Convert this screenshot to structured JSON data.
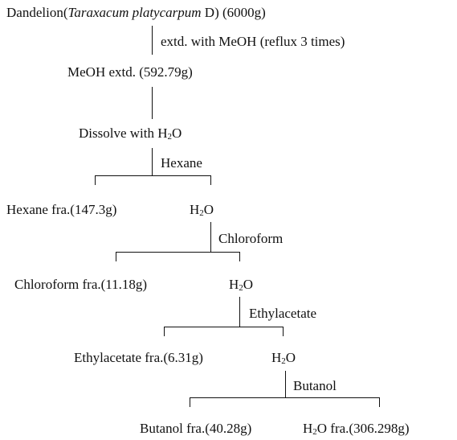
{
  "nodes": {
    "source": {
      "prefix": "Dandelion(",
      "species": "Taraxacum platycarpum",
      "suffix": " D) (6000g)"
    },
    "step1_label": "extd. with MeOH (reflux 3 times)",
    "meoh_extract": "MeOH extd. (592.79g)",
    "dissolve": {
      "prefix": "Dissolve with H",
      "sub": "2",
      "suffix": "O"
    },
    "hexane_label": "Hexane",
    "hexane_fraction": "Hexane fra.(147.3g)",
    "water1": {
      "prefix": "H",
      "sub": "2",
      "suffix": "O"
    },
    "chloroform_label": "Chloroform",
    "chloroform_fraction": "Chloroform fra.(11.18g)",
    "water2": {
      "prefix": "H",
      "sub": "2",
      "suffix": "O"
    },
    "ethylacetate_label": "Ethylacetate",
    "ethylacetate_fraction": "Ethylacetate fra.(6.31g)",
    "water3": {
      "prefix": "H",
      "sub": "2",
      "suffix": "O"
    },
    "butanol_label": "Butanol",
    "butanol_fraction": "Butanol fra.(40.28g)",
    "water_fraction": {
      "prefix": "H",
      "sub": "2",
      "suffix": "O fra.(306.298g)"
    }
  }
}
